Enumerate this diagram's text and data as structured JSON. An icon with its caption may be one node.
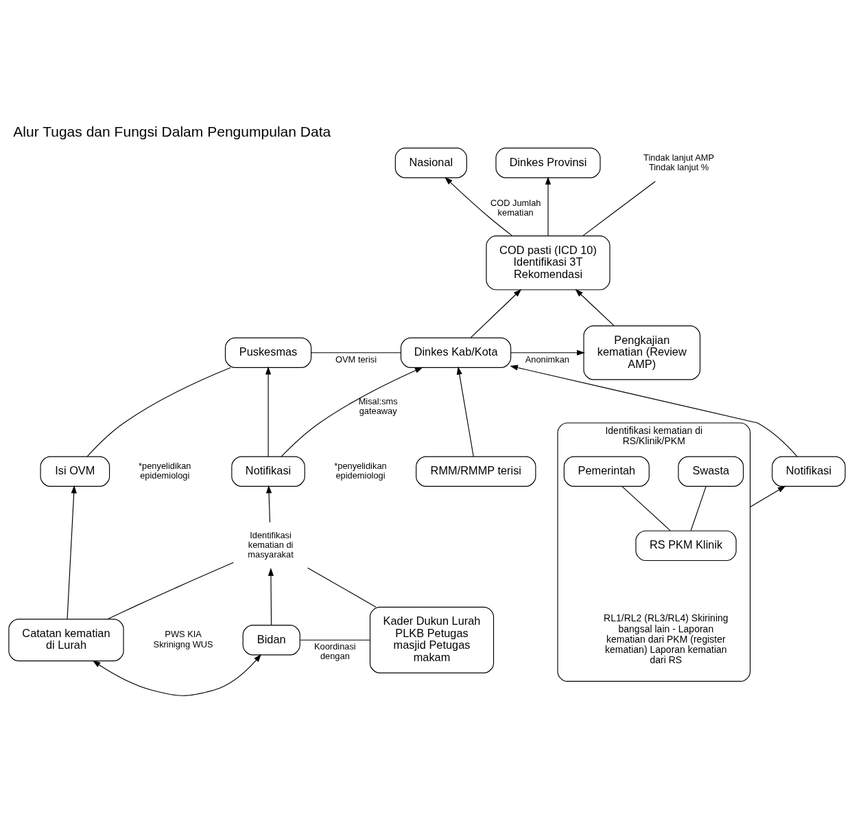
{
  "diagram": {
    "title": "Alur Tugas dan Fungsi Dalam Pengumpulan Data",
    "nodes": [
      {
        "text": [
          "Nasional"
        ]
      },
      {
        "text": [
          "Dinkes Provinsi"
        ]
      },
      {
        "text": [
          "Tindak lanjut AMP Tindak lanjut %"
        ]
      },
      {
        "text": [
          "COD pasti (ICD 10) Identifikasi 3T Rekomendasi"
        ]
      },
      {
        "text": [
          "Puskesmas"
        ]
      },
      {
        "text": [
          "Dinkes Kab/Kota"
        ]
      },
      {
        "text": [
          "Pengkajian kematian (Review AMP)"
        ]
      },
      {
        "text": [
          "Isi OVM"
        ],
        "beside": [
          "*penyelidikan epidemiologi"
        ]
      },
      {
        "text": [
          "Notifikasi"
        ]
      },
      {
        "text": [
          "RMM/RMMP terisi"
        ],
        "beside": [
          "*penyelidikan epidemiologi"
        ]
      },
      {
        "text": [
          "Notifikasi"
        ]
      },
      {
        "text": [
          "Identifikasi kematian di masyarakat"
        ]
      },
      {
        "text": [
          "Catatan kematian di Lurah"
        ]
      },
      {
        "text": [
          "Bidan"
        ],
        "beside": [
          "PWS KIA Skrinigng WUS"
        ]
      },
      {
        "text": [
          "Kader Dukun Lurah PLKB Petugas masjid Petugas makam"
        ]
      },
      {
        "text": [
          "Identifikasi kematian di RS/Klinik/PKM",
          "RL1/RL2 (RL3/RL4) Skirining bangsal lain - Laporan kematian dari PKM (register kematian) Laporan kematian dari RS"
        ]
      },
      {
        "text": [
          "RS PKM Klinik"
        ],
        "in": 15
      },
      {
        "text": [
          "Pemerintah"
        ],
        "in": 15
      },
      {
        "text": [
          "Swasta"
        ],
        "in": 15
      }
    ],
    "edges": [
      {
        "from": 3,
        "to": 0,
        "arrow": "to",
        "label": "COD Jumlah kematian"
      },
      {
        "from": 3,
        "to": 1,
        "arrow": "to"
      },
      {
        "from": 3,
        "to": 2,
        "arrow": "none"
      },
      {
        "from": 5,
        "to": 3,
        "arrow": "to"
      },
      {
        "from": 6,
        "to": 3,
        "arrow": "to"
      },
      {
        "from": 7,
        "to": 4,
        "arrow": "none"
      },
      {
        "from": 4,
        "to": 5,
        "arrow": "none",
        "label": "OVM terisi"
      },
      {
        "from": 5,
        "to": 6,
        "arrow": "to",
        "label": "Anonimkan"
      },
      {
        "from": 8,
        "to": 4,
        "arrow": "to"
      },
      {
        "from": 8,
        "to": 5,
        "arrow": "to",
        "label": "Misal:sms gateaway"
      },
      {
        "from": 9,
        "to": 5,
        "arrow": "to"
      },
      {
        "from": 10,
        "to": 5,
        "arrow": "to"
      },
      {
        "from": 15,
        "to": 10,
        "arrow": "to"
      },
      {
        "from": 12,
        "to": 7,
        "arrow": "to"
      },
      {
        "from": 12,
        "to": 11,
        "arrow": "none"
      },
      {
        "from": 14,
        "to": 11,
        "arrow": "none"
      },
      {
        "from": 11,
        "to": 8,
        "arrow": "to"
      },
      {
        "from": 13,
        "to": 11,
        "arrow": "to"
      },
      {
        "from": 12,
        "to": 13,
        "arrow": "both"
      },
      {
        "from": 13,
        "to": 14,
        "arrow": "none",
        "label": "Koordinasi dengan"
      },
      {
        "from": 16,
        "to": 17,
        "arrow": "none"
      },
      {
        "from": 16,
        "to": 18,
        "arrow": "none"
      }
    ]
  }
}
